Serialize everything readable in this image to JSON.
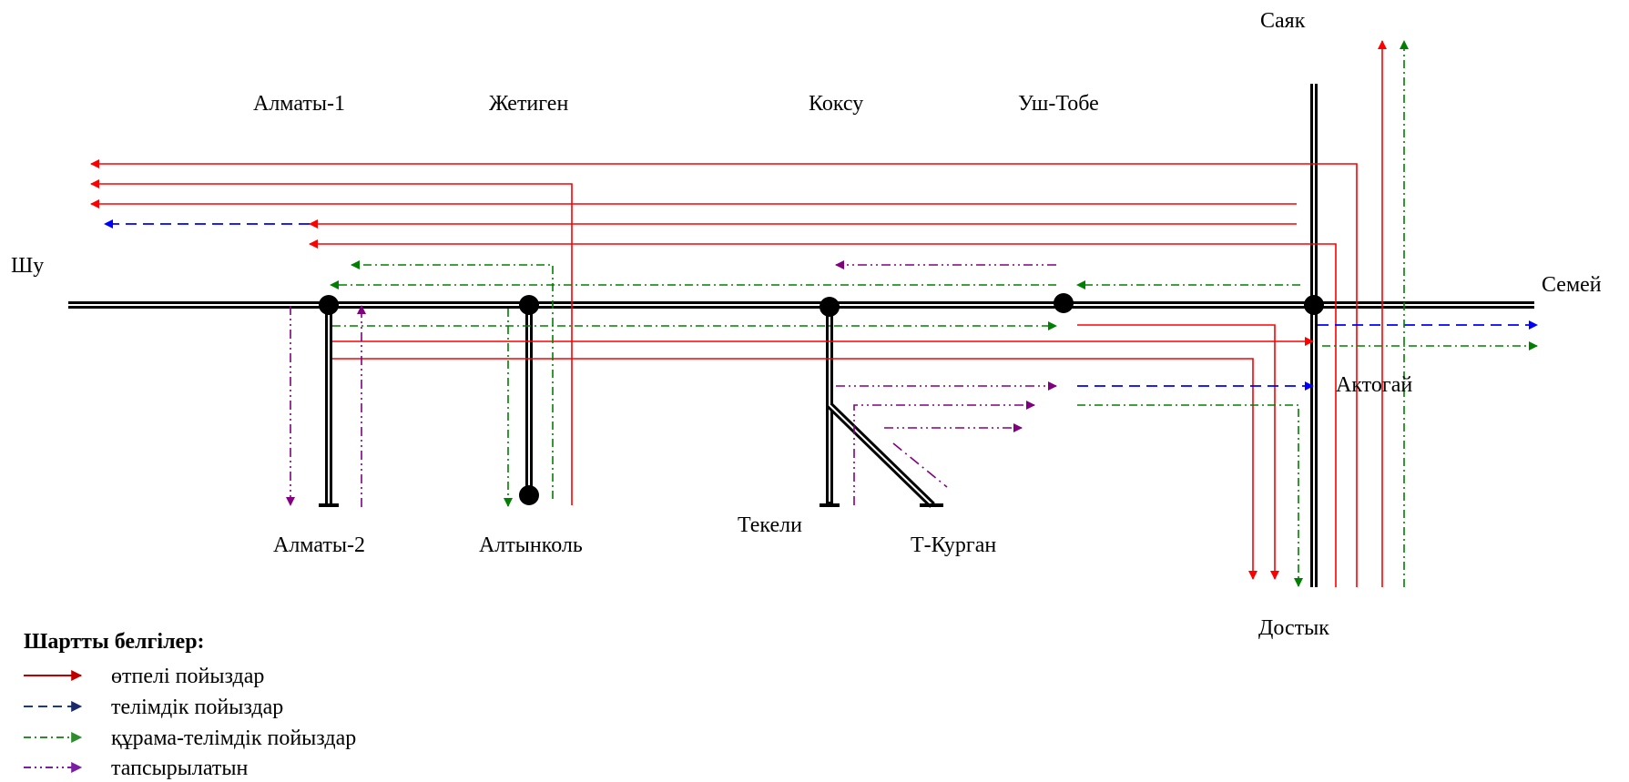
{
  "stations": {
    "shu": "Шу",
    "almaty1": "Алматы-1",
    "zhetigen": "Жетиген",
    "koksu": "Коксу",
    "ushtobe": "Уш-Тобе",
    "sayak": "Саяк",
    "semey": "Семей",
    "aktogay": "Актогай",
    "almaty2": "Алматы-2",
    "altynkol": "Алтынколь",
    "tekeli": "Текели",
    "tkurgan": "Т-Курган",
    "dostyk": "Достык"
  },
  "legend": {
    "title": "Шартты белгілер:",
    "items": [
      {
        "label": "өтпелі пойыздар",
        "color": "#ff0000",
        "dash": "solid",
        "arrow_color": "#c00000"
      },
      {
        "label": "телімдік пойыздар",
        "color": "#1a3a8a",
        "dash": "dashed",
        "arrow_color": "#1a2a6a"
      },
      {
        "label": "құрама-телімдік пойыздар",
        "color": "#2e8b2e",
        "dash": "dashdot",
        "arrow_color": "#2e8b2e"
      },
      {
        "label": "тапсырылатын",
        "color": "#7b1fa2",
        "dash": "dashdotdot",
        "arrow_color": "#7b1fa2"
      }
    ]
  },
  "colors": {
    "through": "#ff0000",
    "sectional": "#0000ff",
    "combined": "#008000",
    "transfer": "#800080",
    "track": "#000000"
  }
}
